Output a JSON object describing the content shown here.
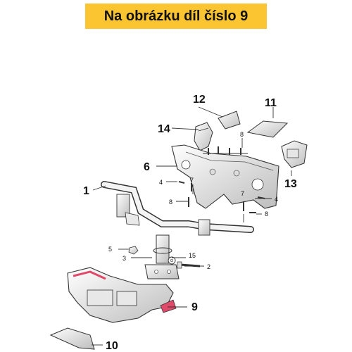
{
  "banner": {
    "text": "Na obrázku díl číslo 9"
  },
  "labels": {
    "p1": "1",
    "p2": "2",
    "p3": "3",
    "p4a": "4",
    "p4b": "4",
    "p5": "5",
    "p6": "6",
    "p7a": "7",
    "p7b": "7",
    "p8a": "8",
    "p8b": "8",
    "p8c": "8",
    "p9": "9",
    "p10": "10",
    "p11": "11",
    "p12": "12",
    "p13": "13",
    "p14": "14",
    "p15": "15"
  },
  "colors": {
    "banner": "#fbc531",
    "line": "#111111",
    "part_fill": "#ffffff",
    "part_shade": "#cfcfcf",
    "highlight_part": "#e04a6a"
  }
}
